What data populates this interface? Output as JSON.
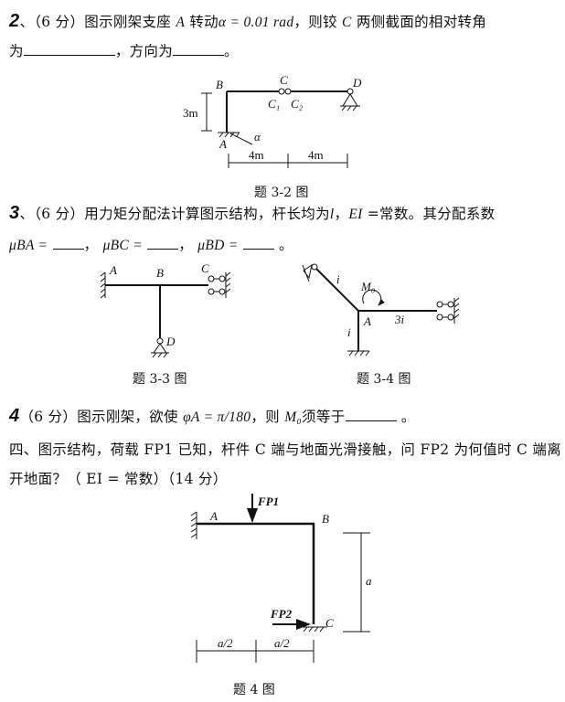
{
  "q2": {
    "number": "2",
    "text1": "、（6 分）图示刚架支座 ",
    "var_a": "A",
    "text2": " 转动",
    "alpha": "α = 0.01 rad",
    "text3": "，则铰 ",
    "var_c": "C",
    "text4": " 两侧截面的相对转角",
    "line2_a": "为",
    "line2_b": "，方向为",
    "line2_c": "。",
    "figure": {
      "B": "B",
      "C": "C",
      "C1": "C₁",
      "C2": "C₂",
      "D": "D",
      "A": "A",
      "alpha": "α",
      "h": "3m",
      "w1": "4m",
      "w2": "4m"
    },
    "caption": "题 3-2 图"
  },
  "q3": {
    "number": "3",
    "text1": "、（6 分）用力矩分配法计算图示结构，杆长均为",
    "var_l": "l",
    "text2": "，",
    "var_ei": "EI",
    "text3": " =常数。其分配系数",
    "mu_ba": "μBA =",
    "mu_bc": "μBC =",
    "mu_bd": "μBD =",
    "sep": "，",
    "end": "。",
    "figure33": {
      "A": "A",
      "B": "B",
      "C": "C",
      "D": "D"
    },
    "figure34": {
      "i1": "i",
      "M0": "M₀",
      "A": "A",
      "i3": "3i",
      "i2": "i"
    },
    "caption33": "题 3-3 图",
    "caption34": "题 3-4 图"
  },
  "q4": {
    "number": "4",
    "text1": "（6 分）图示刚架，欲使 ",
    "phi": "φA = π/180",
    "text2": "，则 ",
    "m0": "M₀",
    "text3": "须等于",
    "end": "。"
  },
  "q5": {
    "line1": "四、图示结构，荷载 FP1 已知，杆件 C 端与地面光滑接触，问 FP2 为何值时 C 端离",
    "line2": "开地面？（ EI = 常数）（14 分）",
    "figure": {
      "FP1": "FP1",
      "FP2": "FP2",
      "A": "A",
      "B": "B",
      "C": "C",
      "a": "a",
      "half1": "a/2",
      "half2": "a/2"
    },
    "caption": "题 4 图"
  }
}
